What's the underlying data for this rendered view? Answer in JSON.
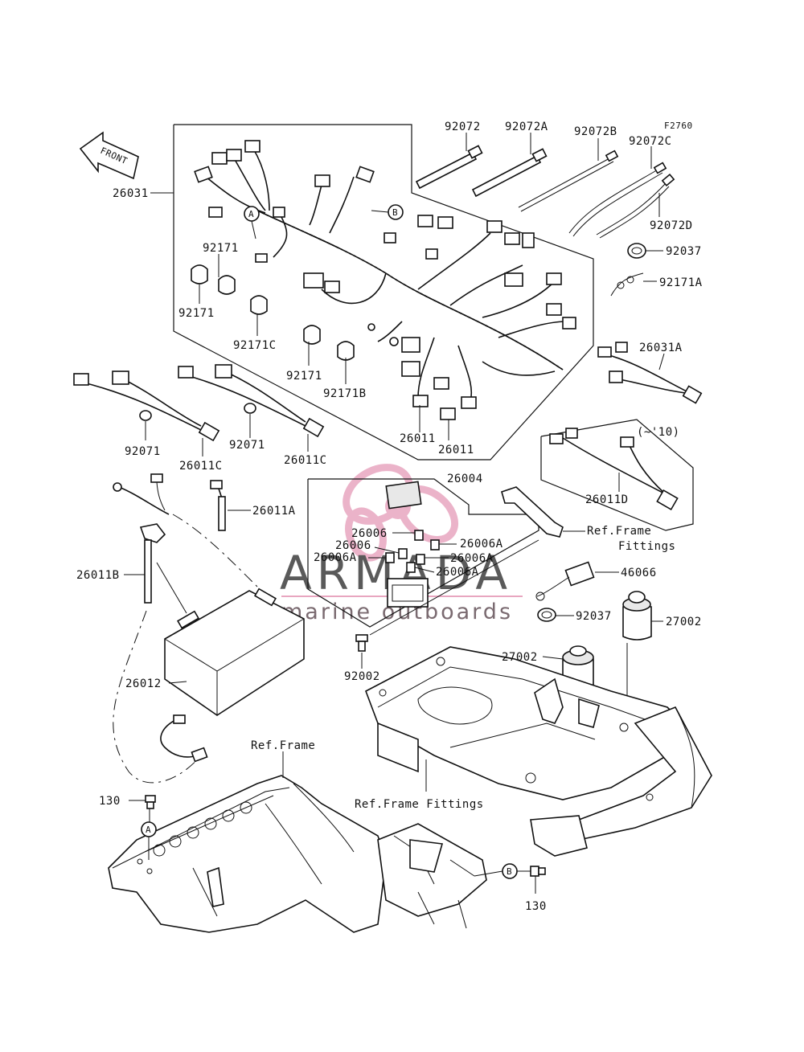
{
  "figure_code": "F2760",
  "front_label": "FRONT",
  "watermark": {
    "brand": "ARMADA",
    "tagline": "marine outboards",
    "brand_color": "#e8a6c0"
  },
  "parts": {
    "p26031": "26031",
    "p26031A": "26031A",
    "p92072": "92072",
    "p92072A": "92072A",
    "p92072B": "92072B",
    "p92072C": "92072C",
    "p92072D": "92072D",
    "p92037_top": "92037",
    "p92171A": "92171A",
    "p92171_a": "92171",
    "p92171_b": "92171",
    "p92171_c": "92171",
    "p92171C": "92171C",
    "p92171B": "92171B",
    "p26011_a": "26011",
    "p26011_b": "26011",
    "p92071_a": "92071",
    "p92071_b": "92071",
    "p26011C_a": "26011C",
    "p26011C_b": "26011C",
    "p26011D": "26011D",
    "p26011D_note": "(~'10)",
    "p26011A": "26011A",
    "p26011B": "26011B",
    "p26004": "26004",
    "p26006_a": "26006",
    "p26006_b": "26006",
    "p26006A_a": "26006A",
    "p26006A_b": "26006A",
    "p26006A_c": "26006A",
    "p26006A_d": "26006A",
    "p46066": "46066",
    "p92037_mid": "92037",
    "p27002_a": "27002",
    "p27002_b": "27002",
    "p92002": "92002",
    "p26012": "26012",
    "p130_a": "130",
    "p130_b": "130"
  },
  "refs": {
    "ref_frame_fittings_1a": "Ref.Frame",
    "ref_frame_fittings_1b": "Fittings",
    "ref_frame": "Ref.Frame",
    "ref_frame_fittings_2": "Ref.Frame Fittings"
  },
  "callouts": {
    "a1": "A",
    "a2": "A",
    "b1": "B",
    "b2": "B"
  }
}
